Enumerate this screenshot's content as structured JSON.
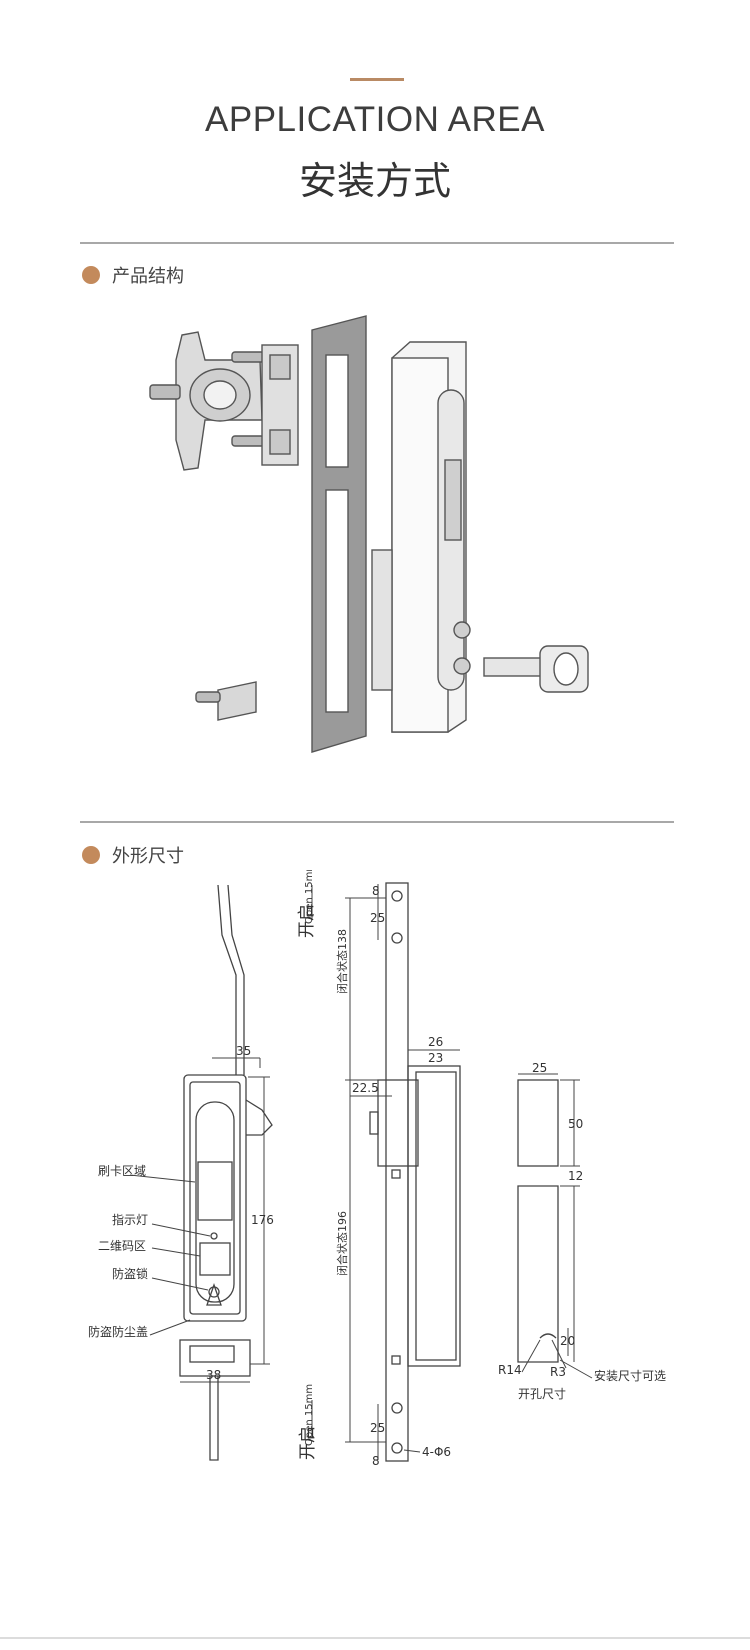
{
  "header": {
    "title_en": "APPLICATION AREA",
    "title_cn": "安装方式"
  },
  "sections": {
    "structure": {
      "label": "产品结构"
    },
    "dimensions": {
      "label": "外形尺寸"
    }
  },
  "callouts": {
    "card_area": "刷卡区域",
    "indicator": "指示灯",
    "qr_area": "二维码区",
    "anti_theft_lock": "防盗锁",
    "dust_cover": "防盗防尘盖"
  },
  "dimensions_front": {
    "top_width": "35",
    "height": "176",
    "bottom_width": "38"
  },
  "dimensions_side": {
    "open_cn": "开启",
    "open_en": "Open 15mm",
    "top_gap": "8",
    "hole_spacing_top": "25",
    "closed_138": "闭合状态138",
    "width_26": "26",
    "width_23": "23",
    "offset_22_5": "22.5",
    "closed_196": "闭合状态196",
    "hole_spacing_bottom": "25",
    "bottom_gap": "8",
    "holes": "4-Φ6"
  },
  "cutout": {
    "width": "25",
    "height_50": "50",
    "gap_12": "12",
    "dim_20": "20",
    "r14": "R14",
    "r3": "R3",
    "optional": "安装尺寸可选",
    "caption": "开孔尺寸"
  },
  "colors": {
    "accent": "#c38a5c",
    "rule": "#a8a8a8",
    "line": "#444444"
  }
}
